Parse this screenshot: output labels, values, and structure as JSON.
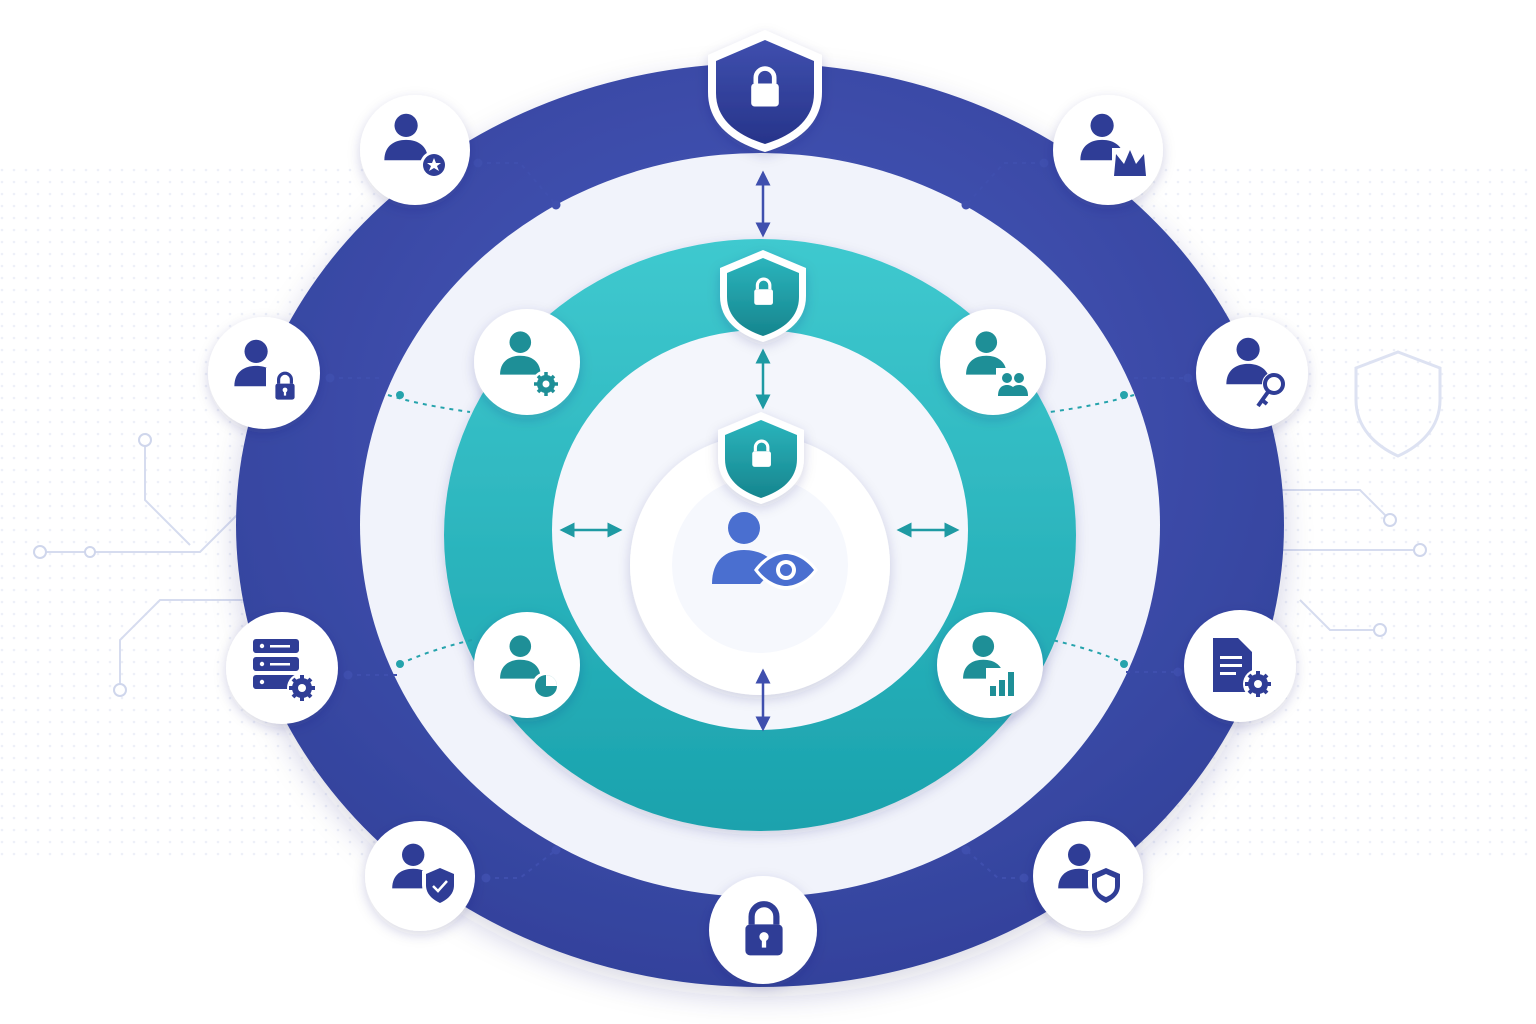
{
  "colors": {
    "background": "#ffffff",
    "outer_ring": "#3f4fae",
    "outer_ring_dark": "#34449f",
    "gap_ring": "#f1f3fb",
    "inner_ring": "#2bb6bf",
    "inner_ring_dark": "#1ea3ad",
    "core": "#ffffff",
    "icon_navy": "#2f3d96",
    "icon_teal": "#1e8f97",
    "icon_blue": "#4a6fd0",
    "connector_navy": "#3f4fae",
    "connector_teal": "#25a3ac",
    "circuit": "#d6dcef"
  },
  "layers": [
    {
      "id": "outer",
      "shield_icon": "shield-lock-icon",
      "bottom_icon": "lock-icon"
    },
    {
      "id": "inner",
      "shield_icon": "shield-lock-icon"
    },
    {
      "id": "core",
      "shield_icon": "shield-lock-icon",
      "center_icon": "user-eye-icon"
    }
  ],
  "outer_nodes": [
    {
      "icon": "user-star-icon"
    },
    {
      "icon": "user-crown-icon"
    },
    {
      "icon": "user-lock-icon"
    },
    {
      "icon": "user-key-icon"
    },
    {
      "icon": "server-gear-icon"
    },
    {
      "icon": "document-gear-icon"
    },
    {
      "icon": "user-shield-check-icon"
    },
    {
      "icon": "user-shield-icon"
    }
  ],
  "inner_nodes": [
    {
      "icon": "user-gear-icon"
    },
    {
      "icon": "user-group-icon"
    },
    {
      "icon": "user-chart-pie-icon"
    },
    {
      "icon": "user-bar-chart-icon"
    }
  ],
  "arrows": [
    "bidirectional-arrow-icon"
  ]
}
